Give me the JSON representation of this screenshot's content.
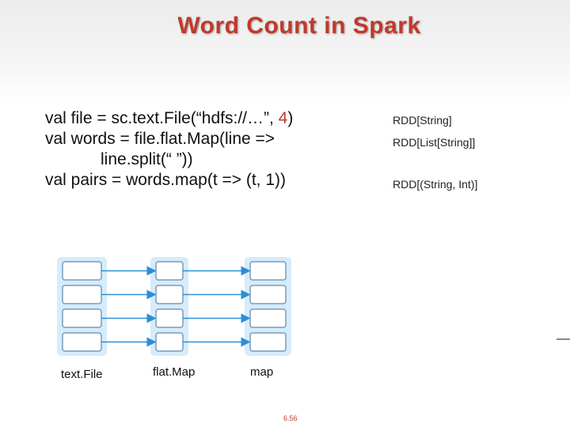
{
  "slide": {
    "title": "Word Count in Spark",
    "code": {
      "line1_prefix": "val file = sc.text.File(“hdfs://…”, ",
      "line1_arg": "4",
      "line1_suffix": ")",
      "line2": "val words = file.flat.Map(line =>",
      "line3": "line.split(“ ”))",
      "line4": "val pairs = words.map(t => (t, 1))"
    },
    "types": [
      "RDD[String]",
      "RDD[List[String]]",
      "RDD[(String, Int)]"
    ],
    "diagram": {
      "labels": [
        "text.File",
        "flat.Map",
        "map"
      ],
      "partitions_per_rdd": 4
    },
    "page_number": "6.56",
    "colors": {
      "title": "#c0392b",
      "rdd_fill": "#d6ecfb",
      "partition_border": "#7a9bb8",
      "arrow": "#2a8fd6"
    }
  }
}
